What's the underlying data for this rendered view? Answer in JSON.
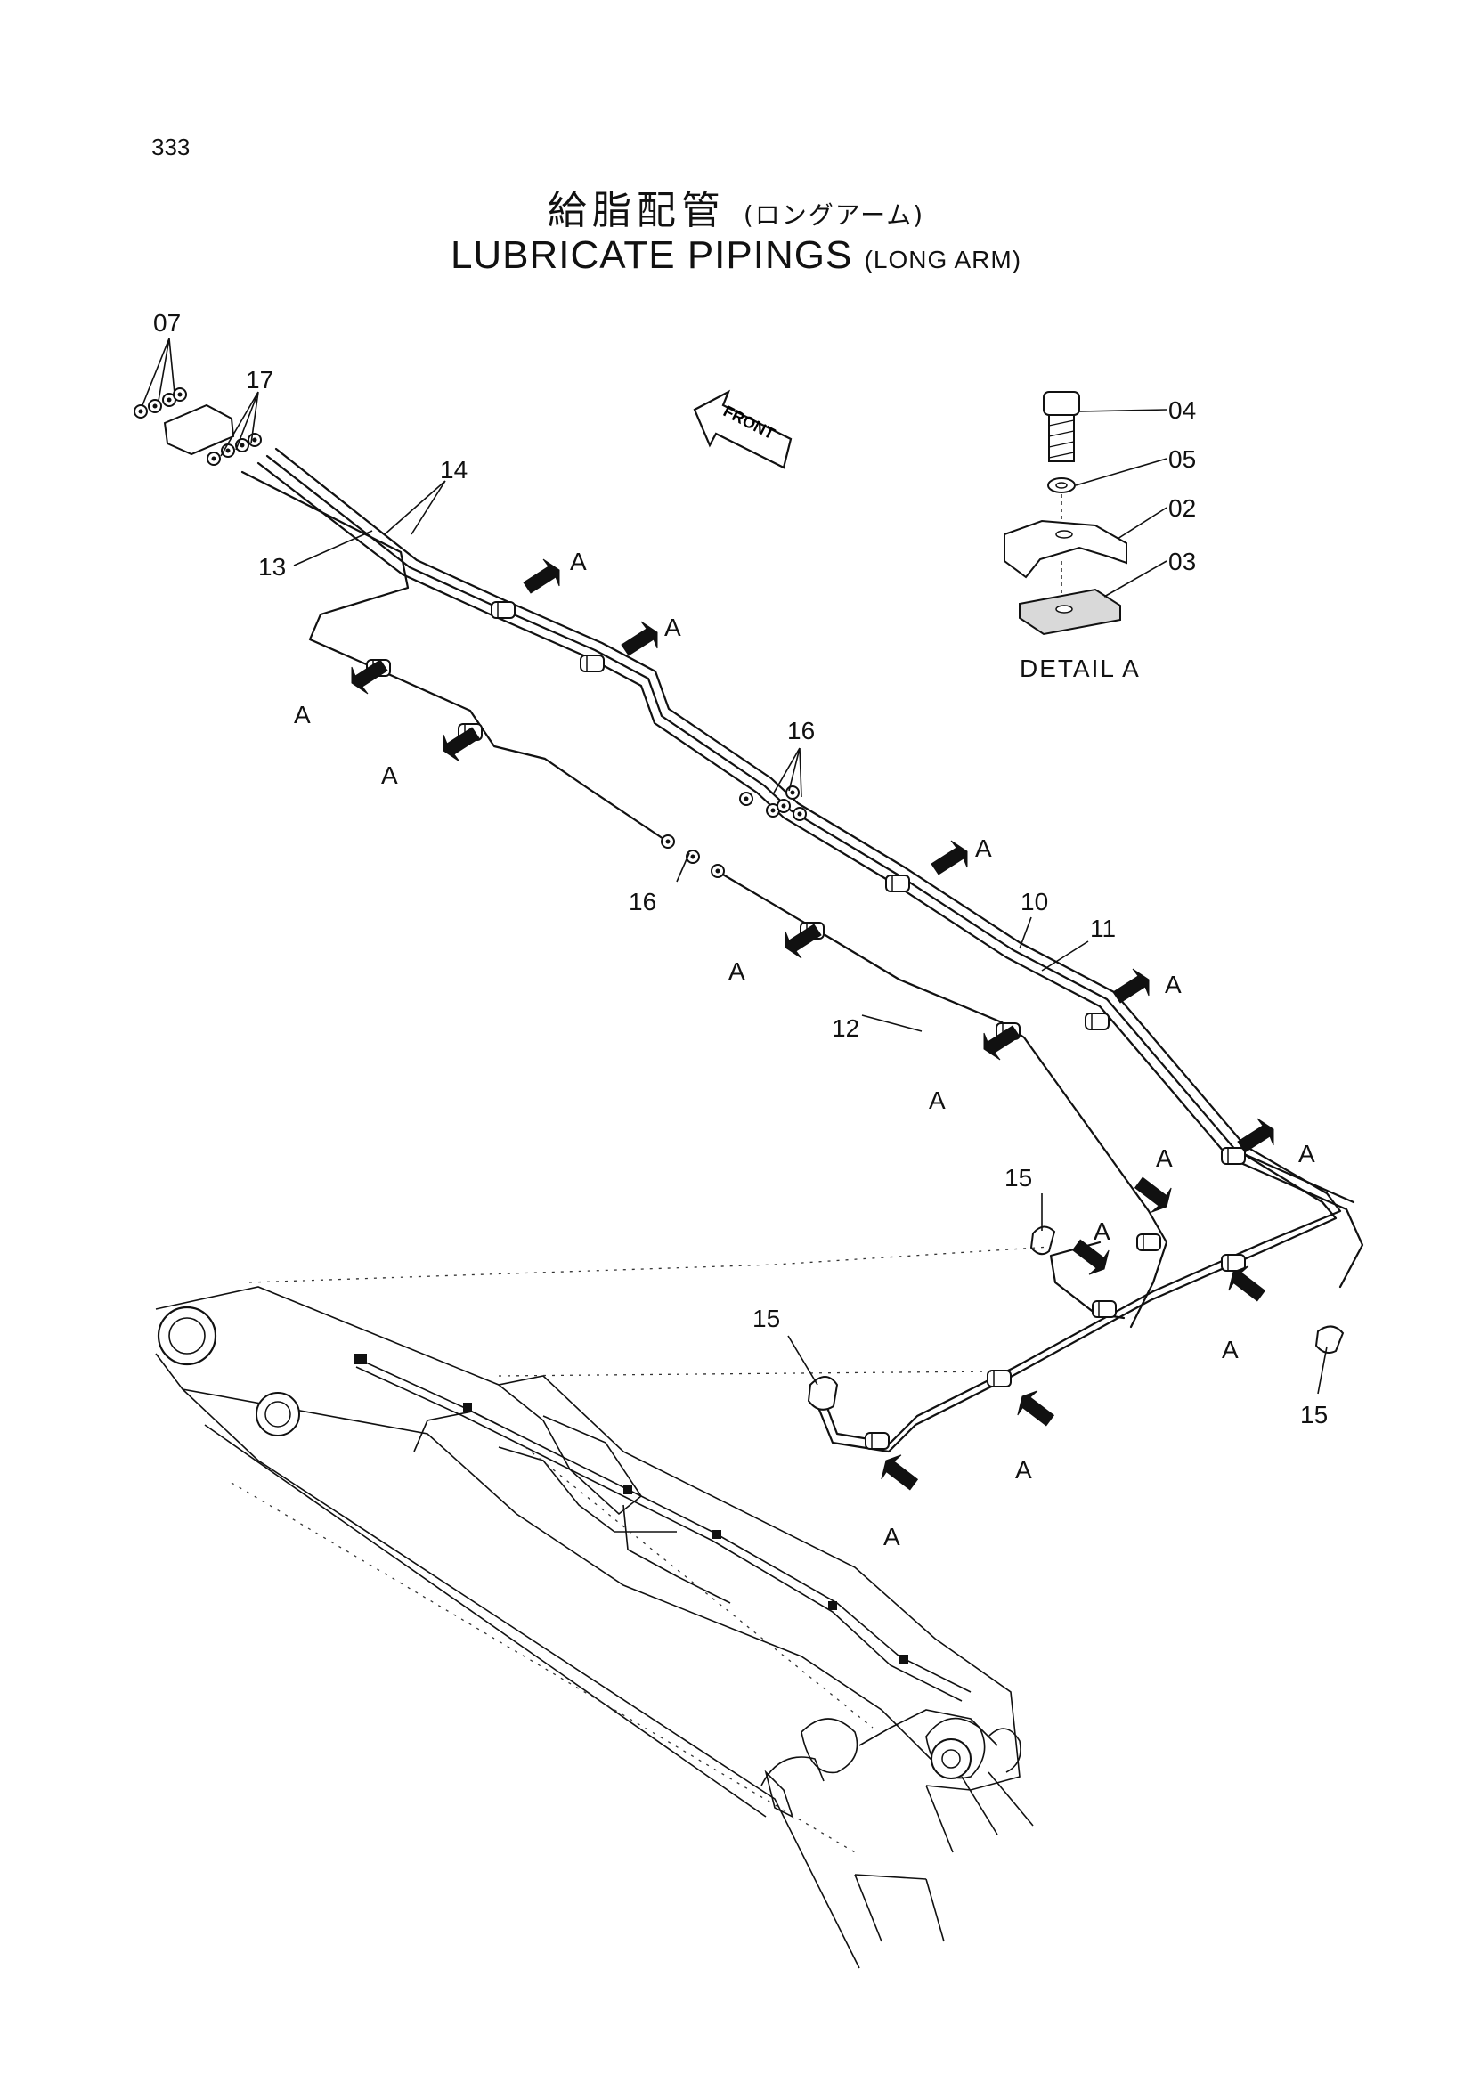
{
  "page_number": "333",
  "title": {
    "japanese": "給脂配管",
    "japanese_sub": "(ロングアーム)",
    "english": "LUBRICATE PIPINGS",
    "english_sub": "(LONG ARM)"
  },
  "front_label": "FRONT",
  "detail_caption": "DETAIL A",
  "detail_parts": [
    "04",
    "05",
    "02",
    "03"
  ],
  "part_labels": [
    "07",
    "17",
    "14",
    "13",
    "16",
    "16",
    "10",
    "11",
    "12",
    "15",
    "15",
    "15"
  ],
  "arrow_letter": "A",
  "colors": {
    "ink": "#111111",
    "paper": "#ffffff"
  }
}
